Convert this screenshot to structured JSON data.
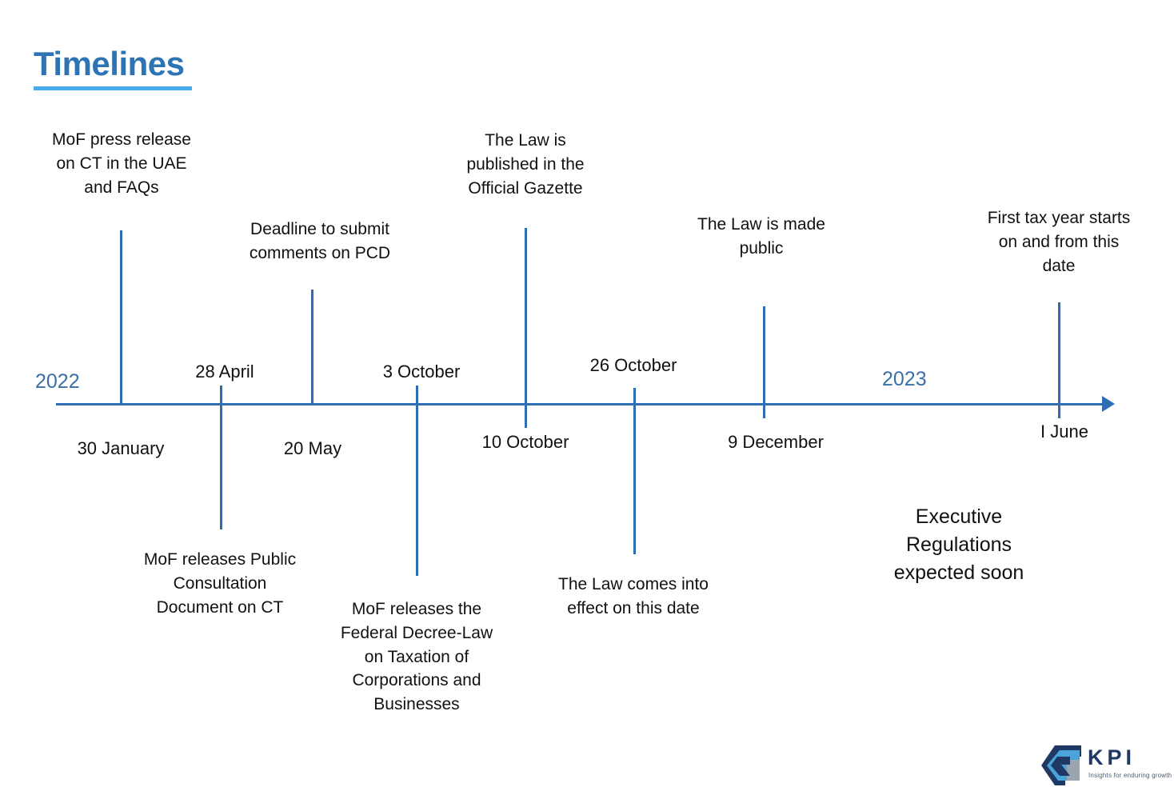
{
  "title": {
    "text": "Timelines",
    "color": "#2E74B5",
    "underline_color": "#45AAEE"
  },
  "axis": {
    "color": "#2E6DB4",
    "arrow_direction": "right"
  },
  "years": [
    {
      "label": "2022",
      "color": "#3A6FA8"
    },
    {
      "label": "2023",
      "color": "#3A6FA8"
    }
  ],
  "events": [
    {
      "date": "30 January",
      "date_position": "below",
      "annotation": "MoF press release\non CT in the UAE\nand FAQs",
      "annotation_position": "above"
    },
    {
      "date": "28 April",
      "date_position": "above",
      "annotation": "MoF releases Public\nConsultation\nDocument on CT",
      "annotation_position": "below"
    },
    {
      "date": "20 May",
      "date_position": "below",
      "annotation": "Deadline to submit\ncomments on PCD",
      "annotation_position": "above"
    },
    {
      "date": "3 October",
      "date_position": "above",
      "annotation": "MoF releases the\nFederal Decree-Law\non Taxation of\nCorporations and\nBusinesses",
      "annotation_position": "below"
    },
    {
      "date": "10 October",
      "date_position": "below",
      "annotation": "The Law is\npublished in the\nOfficial Gazette",
      "annotation_position": "above"
    },
    {
      "date": "26 October",
      "date_position": "above",
      "annotation": "The Law comes into\neffect on this date",
      "annotation_position": "below"
    },
    {
      "date": "9 December",
      "date_position": "below",
      "annotation": "The Law is made\npublic",
      "annotation_position": "above"
    },
    {
      "date": "I June",
      "date_position": "below",
      "annotation": "First tax year starts\non and from this\ndate",
      "annotation_position": "above"
    }
  ],
  "notes": [
    {
      "text": "Executive\nRegulations\nexpected soon"
    }
  ],
  "logo": {
    "wordmark": "KPI",
    "tagline": "Insights for enduring growth",
    "dark_color": "#1F3864",
    "light_color": "#4BA3DC",
    "grey_color": "#9AA5B1"
  }
}
